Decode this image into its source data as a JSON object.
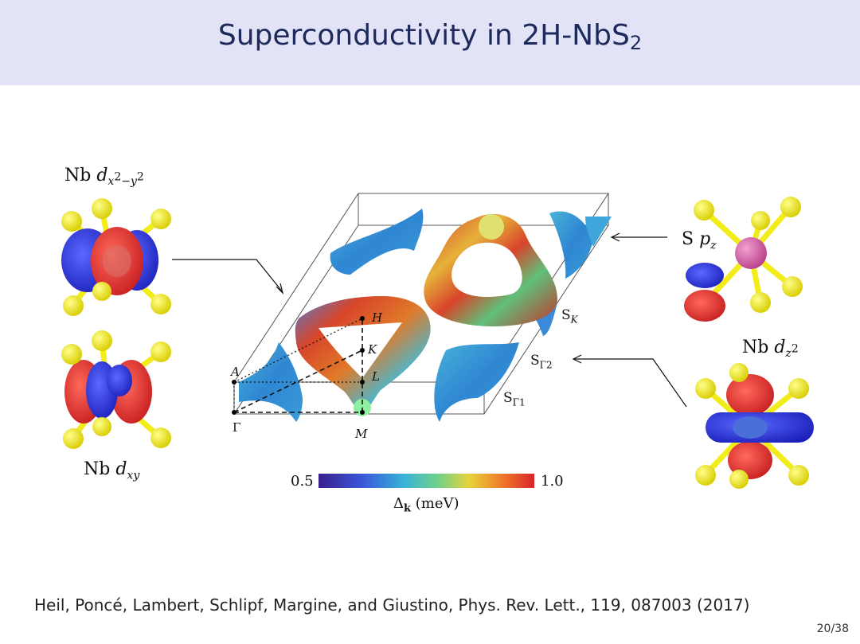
{
  "slide": {
    "title_main": "Superconductivity in 2H-NbS",
    "title_sub": "2",
    "citation": "Heil, Poncé, Lambert, Schlipf, Margine, and Giustino, Phys. Rev. Lett., 119, 087003 (2017)",
    "page_number": "20/38"
  },
  "orbitals": {
    "dx2y2": {
      "prefix": "Nb ",
      "var": "d",
      "sub": "x",
      "sup": "2",
      "mid": "−y",
      "sup2": "2"
    },
    "dxy": {
      "prefix": "Nb ",
      "var": "d",
      "sub": "xy"
    },
    "spz": {
      "prefix": "S ",
      "var": "p",
      "sub": "z"
    },
    "dz2": {
      "prefix": "Nb ",
      "var": "d",
      "sub": "z",
      "sup": "2"
    }
  },
  "points": {
    "H": "H",
    "K": "K",
    "L": "L",
    "A": "A",
    "Gamma": "Γ",
    "M": "M"
  },
  "sheets": {
    "SK": {
      "main": "S",
      "sub": "K"
    },
    "SG2": {
      "main": "S",
      "sub": "Γ2"
    },
    "SG1": {
      "main": "S",
      "sub": "Γ1"
    }
  },
  "colorbar": {
    "min": "0.5",
    "max": "1.0",
    "label_main": "Δ",
    "label_sub": "k",
    "label_unit": " (meV)"
  },
  "colors": {
    "header_bg": "#e3e3f7",
    "title": "#1d2a5b",
    "orbital_blue": "#2a2ee0",
    "orbital_red": "#e0262a",
    "atom_yellow": "#f2ec1a",
    "atom_pink": "#d862a8"
  }
}
